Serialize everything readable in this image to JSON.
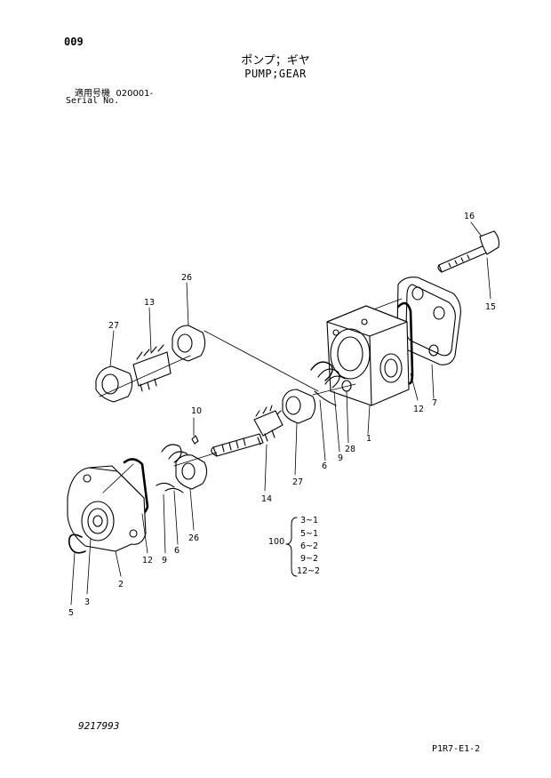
{
  "header": {
    "page_number": "009",
    "title_jp": "ポンプ；ギヤ",
    "title_en": "PUMP;GEAR",
    "serial_label_jp": "適用号機",
    "serial_value": "020001-",
    "serial_label_en": "Serial No."
  },
  "callouts": {
    "c16": "16",
    "c15": "15",
    "c26a": "26",
    "c13": "13",
    "c27a": "27",
    "c12a": "12",
    "c7": "7",
    "c1": "1",
    "c28": "28",
    "c9a": "9",
    "c6a": "6",
    "c10": "10",
    "c27b": "27",
    "c14": "14",
    "c12b": "12",
    "c9b": "9",
    "c6b": "6",
    "c26b": "26",
    "c2": "2",
    "c3": "3",
    "c5": "5"
  },
  "kit": {
    "number": "100",
    "items": [
      "3~1",
      "5~1",
      "6~2",
      "9~2",
      "12~2"
    ]
  },
  "footer": {
    "drawing_number": "9217993",
    "sheet_code": "P1R7-E1-2"
  }
}
